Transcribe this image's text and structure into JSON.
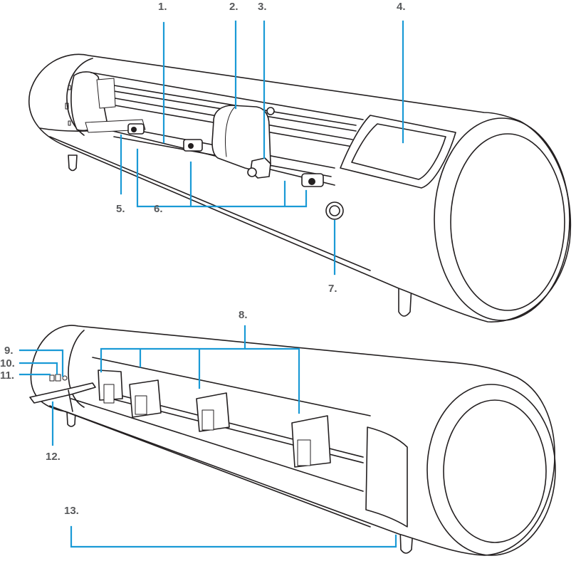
{
  "colors": {
    "callout": "#1a9ad6",
    "label_text": "#58595b",
    "outline": "#231f20"
  },
  "labels": {
    "l1": "1.",
    "l2": "2.",
    "l3": "3.",
    "l4": "4.",
    "l5": "5.",
    "l6": "6.",
    "l7": "7.",
    "l8": "8.",
    "l9": "9.",
    "l10": "10.",
    "l11": "11.",
    "l12": "12.",
    "l13": "13."
  }
}
